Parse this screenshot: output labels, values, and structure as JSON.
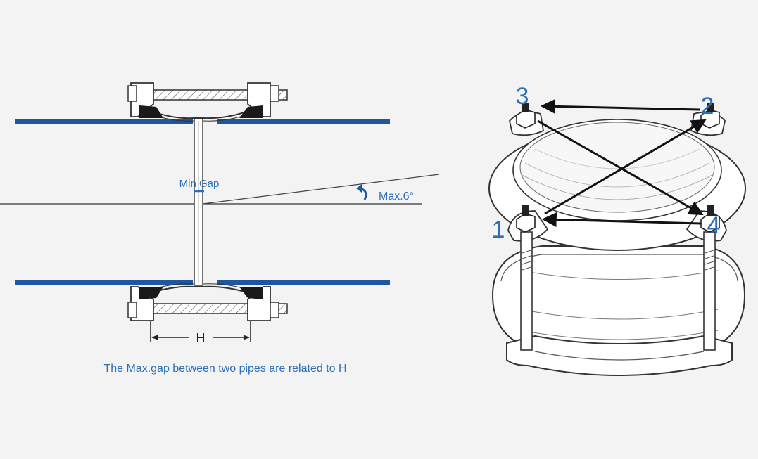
{
  "left_diagram": {
    "min_gap_label": "Min Gap",
    "max_angle_label": "Max.6°",
    "dimension_label": "H",
    "caption": "The Max.gap between two pipes are related to H"
  },
  "right_diagram": {
    "bolt_labels": [
      "1",
      "2",
      "3",
      "4"
    ]
  },
  "colors": {
    "background": "#f3f3f3",
    "pipe_blue": "#1f56a0",
    "label_blue": "#2a6fb8",
    "line": "#222222"
  }
}
